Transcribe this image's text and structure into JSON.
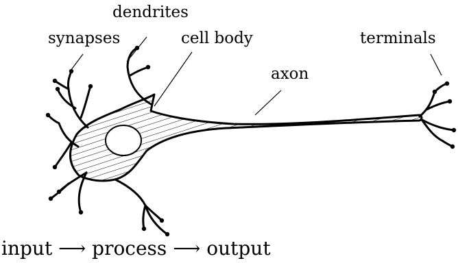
{
  "labels": {
    "dendrites": "dendrites",
    "synapses": "synapses",
    "cell_body": "cell body",
    "axon": "axon",
    "terminals": "terminals"
  },
  "caption": "input ⟶ process ⟶ output",
  "colors": {
    "stroke": "#000000",
    "background": "#ffffff"
  }
}
